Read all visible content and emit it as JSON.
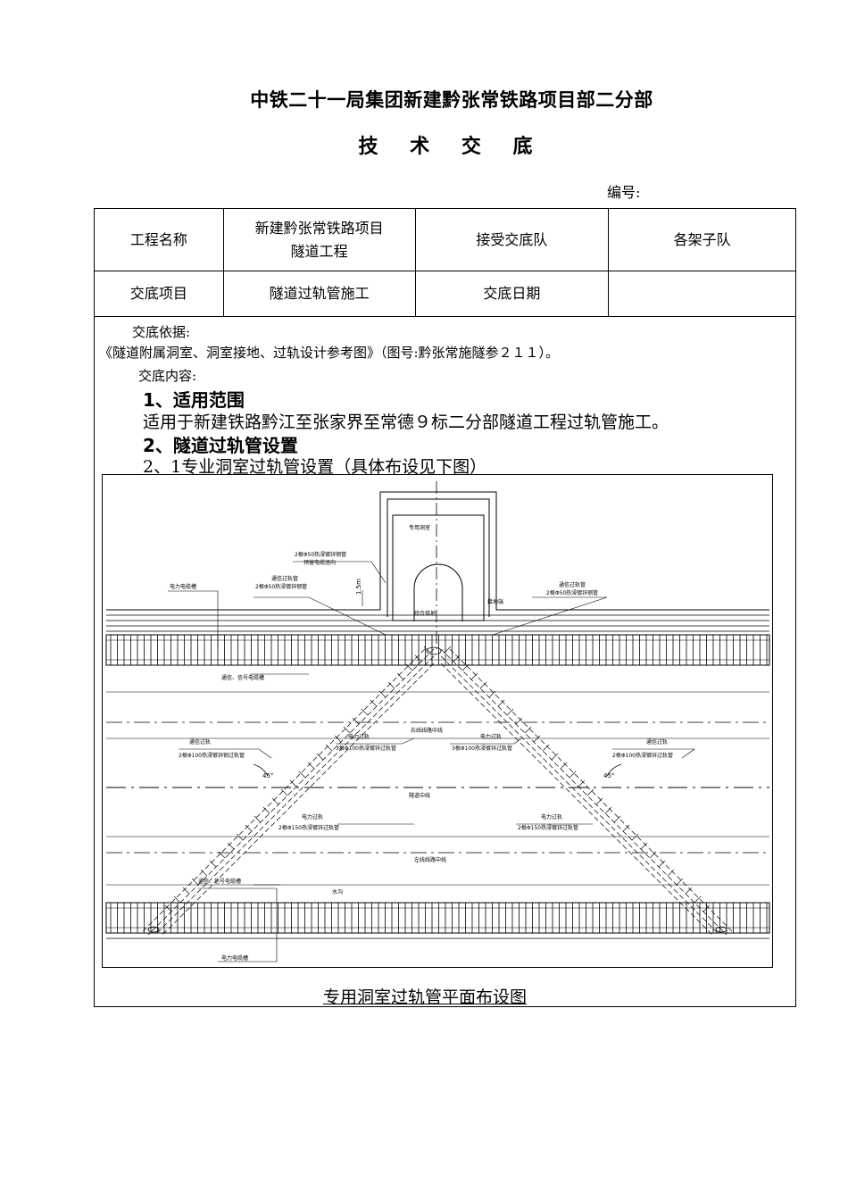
{
  "header": {
    "title": "中铁二十一局集团新建黔张常铁路项目部二分部",
    "subtitle": "技 术 交 底",
    "doc_no_label": "编号:"
  },
  "info_table": {
    "project_name_label": "工程名称",
    "project_name_value_line1": "新建黔张常铁路项目",
    "project_name_value_line2": "隧道工程",
    "receiving_team_label": "接受交底队",
    "receiving_team_value": "各架子队",
    "item_label": "交底项目",
    "item_value": "隧道过轨管施工",
    "date_label": "交底日期",
    "date_value": ""
  },
  "content": {
    "basis_label": "交底依据:",
    "basis_text": "《隧道附属洞室、洞室接地、过轨设计参考图》（图号:黔张常施隧参２１１）。",
    "content_label": "交底内容:",
    "section1_heading": "1、适用范围",
    "section1_text": "适用于新建铁路黔江至张家界至常德９标二分部隧道工程过轨管施工。",
    "section2_heading": "2、隧道过轨管设置",
    "section2_1_text": "2、1专业洞室过轨管设置（具体布设见下图）"
  },
  "figure": {
    "caption": "专用洞室过轨管平面布设图",
    "labels": {
      "chamber": "专用洞室",
      "pipe_top": "2根Φ50热浸镀锌钢管",
      "pipe_top_sub": "预留电缆竖向",
      "comm_pipe": "通信过轨管",
      "comm_pipe_spec": "2根Φ50热浸镀锌钢管",
      "signal_pipe": "通信过轨管",
      "signal_pipe_spec": "2根Φ50热浸镀锌钢管",
      "power_trough": "电力电缆槽",
      "dim_15m": "1.5m",
      "ground_box": "综合接地",
      "grounding": "接地端",
      "comm_trough": "通信、信号电缆槽",
      "comm_cross_left": "通信过轨",
      "comm_cross_left_spec": "2根Φ100热浸镀锌钢过轨管",
      "line_right": "右线线路中线",
      "power_cross_mid_left": "电力过轨",
      "power_cross_mid_left_spec": "3根Φ100热浸镀锌过轨管",
      "power_cross_mid_right": "电力过轨",
      "power_cross_mid_right_spec": "3根Φ100热浸镀锌过轨管",
      "comm_cross_right": "通信过轨",
      "comm_cross_right_spec": "2根Φ100热浸镀锌过轨管",
      "angle": "45°",
      "tunnel_center": "隧道中线",
      "power_cross_low_left": "电力过轨",
      "power_cross_low_left_spec": "2根Φ150热浸镀锌过轨管",
      "power_cross_low_right": "电力过轨",
      "power_cross_low_right_spec": "2根Φ150热浸镀锌过轨管",
      "line_left": "左线线路中线",
      "comm_trough_bottom": "通信、信号电缆槽",
      "drain": "水沟",
      "power_trough_bottom": "电力电缆槽"
    }
  }
}
